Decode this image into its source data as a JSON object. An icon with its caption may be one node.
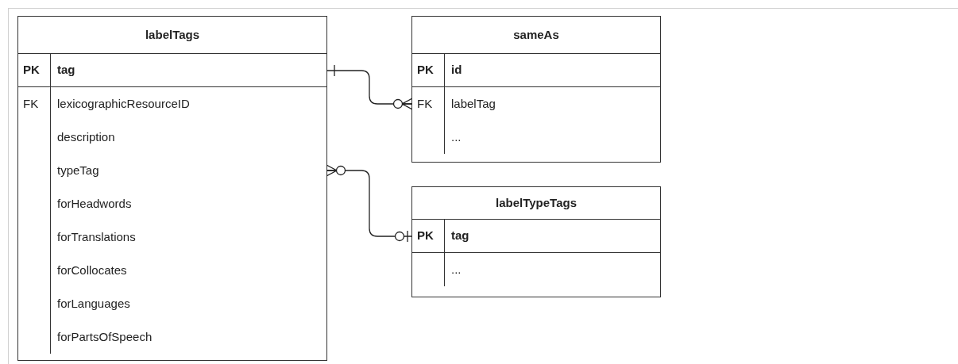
{
  "diagram": {
    "nodes": [
      {
        "text": [
          "labelTags"
        ]
      },
      {
        "text": [
          "PK",
          "tag"
        ],
        "in": 0
      },
      {
        "text": [
          "FK",
          "lexicographicResourceID"
        ],
        "in": 0
      },
      {
        "text": [
          "description"
        ],
        "in": 0
      },
      {
        "text": [
          "typeTag"
        ],
        "in": 0
      },
      {
        "text": [
          "forHeadwords"
        ],
        "in": 0
      },
      {
        "text": [
          "forTranslations"
        ],
        "in": 0
      },
      {
        "text": [
          "forCollocates"
        ],
        "in": 0
      },
      {
        "text": [
          "forLanguages"
        ],
        "in": 0
      },
      {
        "text": [
          "forPartsOfSpeech"
        ],
        "in": 0
      },
      {
        "text": [
          "sameAs"
        ]
      },
      {
        "text": [
          "PK",
          "id"
        ],
        "in": 10
      },
      {
        "text": [
          "FK",
          "labelTag"
        ],
        "in": 10
      },
      {
        "text": [
          "..."
        ],
        "in": 10
      },
      {
        "text": [
          "labelTypeTags"
        ]
      },
      {
        "text": [
          "PK",
          "tag"
        ],
        "in": 14
      },
      {
        "text": [
          "..."
        ],
        "in": 14
      }
    ],
    "edges": [
      {
        "from": 1,
        "to": 12,
        "arrow": "other"
      },
      {
        "from": 4,
        "to": 15,
        "arrow": "other"
      }
    ]
  }
}
